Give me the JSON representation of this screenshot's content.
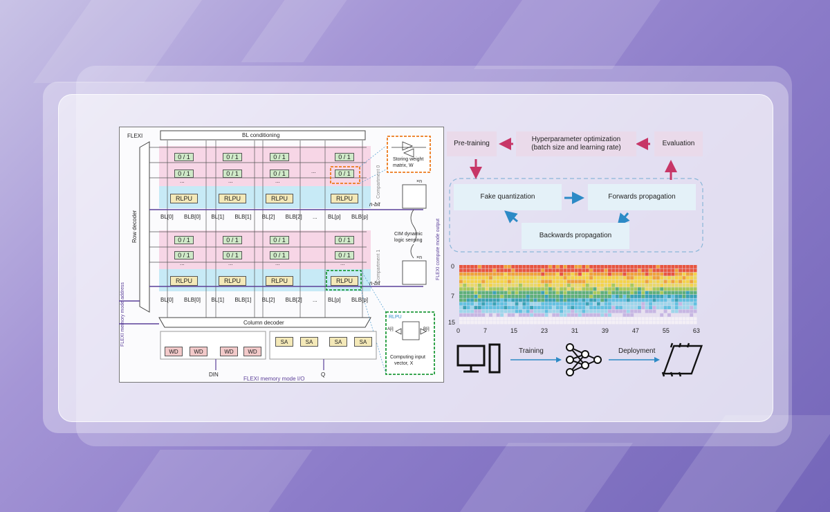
{
  "colors": {
    "compartment_pink": "#f7d6e6",
    "compartment_blue": "#c7eaf6",
    "rlpu": "#f4e9b8",
    "cell": "#cfe9c8",
    "accent_purple": "#5b3f99",
    "arrow_red": "#c73667",
    "arrow_blue": "#2c8ac6",
    "ml_box_pink": "#eadaea",
    "ml_box_blue": "#e4f1f8"
  },
  "circuit": {
    "flexi": "FLEXI",
    "bl_conditioning": "BL conditioning",
    "row_decoder": "Row decoder",
    "column_decoder": "Column decoder",
    "cell_label": "0 / 1",
    "rlpu": "RLPU",
    "ellipsis": "...",
    "nbit": "n-bit",
    "compartment0": "Compartment 0",
    "compartment1": "Compartment 1",
    "bitlines_top": [
      "BL[0]",
      "BLB[0]",
      "BL[1]",
      "BLB[1]",
      "BL[2]",
      "BLB[2]",
      "...",
      "BL[p]",
      "BLB[p]"
    ],
    "bitlines_bottom": [
      "BL[0]",
      "BLB[0]",
      "BL[1]",
      "BLB[1]",
      "BL[2]",
      "BLB[2]",
      "...",
      "BL[p]",
      "BLB[p]"
    ],
    "wd": "WD",
    "sa": "SA",
    "din": "DIN",
    "q": "Q",
    "memory_io": "FLEXI memory mode I/O",
    "memory_address": "FLEXI memory mode address",
    "compute_output": "FLEXI compute mode output",
    "storing_weight_1": "Storing weight",
    "storing_weight_2": "matrix, W",
    "cim_1": "CIM dynamic",
    "cim_2": "logic sensing",
    "xn": "×n",
    "rlpu_detail": "RLPU",
    "ai": "A[i]",
    "bi": "B[i]",
    "computing_1": "Computing input",
    "computing_2": "vector, X"
  },
  "pipeline": {
    "pretraining": "Pre-training",
    "hyper_1": "Hyperparameter optimization",
    "hyper_2": "(batch size and learning rate)",
    "evaluation": "Evaluation",
    "fake_quant": "Fake quantization",
    "forwards": "Forwards propagation",
    "backwards": "Backwards propagation"
  },
  "heatmap": {
    "y_labels": [
      "0",
      "7",
      "15"
    ],
    "x_labels": [
      "0",
      "7",
      "15",
      "23",
      "31",
      "39",
      "47",
      "55",
      "63"
    ]
  },
  "deployment": {
    "training": "Training",
    "deployment": "Deployment"
  }
}
